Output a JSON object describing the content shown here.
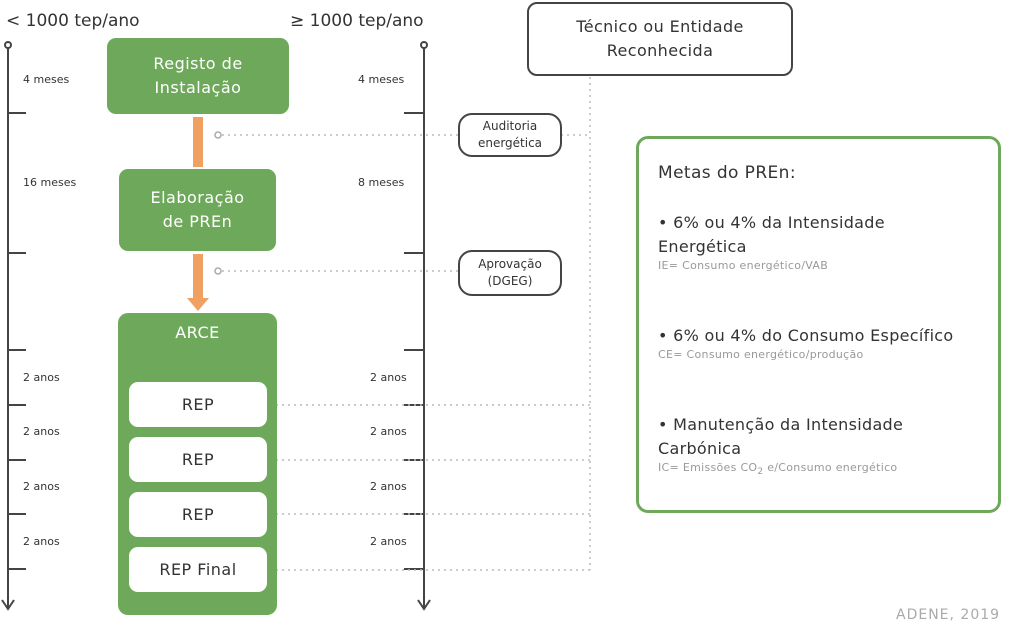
{
  "headers": {
    "left": "< 1000 tep/ano",
    "right": "≥ 1000 tep/ano"
  },
  "durations": {
    "left": [
      "4 meses",
      "16 meses",
      "2 anos",
      "2 anos",
      "2 anos",
      "2 anos"
    ],
    "right": [
      "4 meses",
      "8 meses",
      "2 anos",
      "2 anos",
      "2 anos",
      "2 anos"
    ]
  },
  "steps": {
    "registo": [
      "Registo de",
      "Instalação"
    ],
    "elaboracao": [
      "Elaboração",
      "de PREn"
    ],
    "arce": "ARCE",
    "reps": [
      "REP",
      "REP",
      "REP",
      "REP Final"
    ]
  },
  "pills": {
    "auditoria": [
      "Auditoria",
      "energética"
    ],
    "aprovacao": [
      "Aprovação",
      "(DGEG)"
    ]
  },
  "tecnico": [
    "Técnico ou Entidade",
    "Reconhecida"
  ],
  "metas": {
    "title": "Metas do PREn:",
    "items": [
      {
        "text_lines": [
          "• 6% ou 4% da Intensidade",
          "Energética"
        ],
        "formula": "IE= Consumo energético/VAB"
      },
      {
        "text_lines": [
          "• 6% ou 4% do Consumo Específico"
        ],
        "formula": "CE= Consumo energético/produção"
      },
      {
        "text_lines": [
          "• Manutenção da Intensidade",
          "Carbónica"
        ],
        "formula_pre": "IC= Emissões CO",
        "formula_sub": "2",
        "formula_post": " e/Consumo energético"
      }
    ]
  },
  "credit": "ADENE, 2019",
  "colors": {
    "green": "#6ea95b",
    "orange": "#f0a060",
    "dark": "#444444",
    "dotted": "#bbbbbb"
  }
}
